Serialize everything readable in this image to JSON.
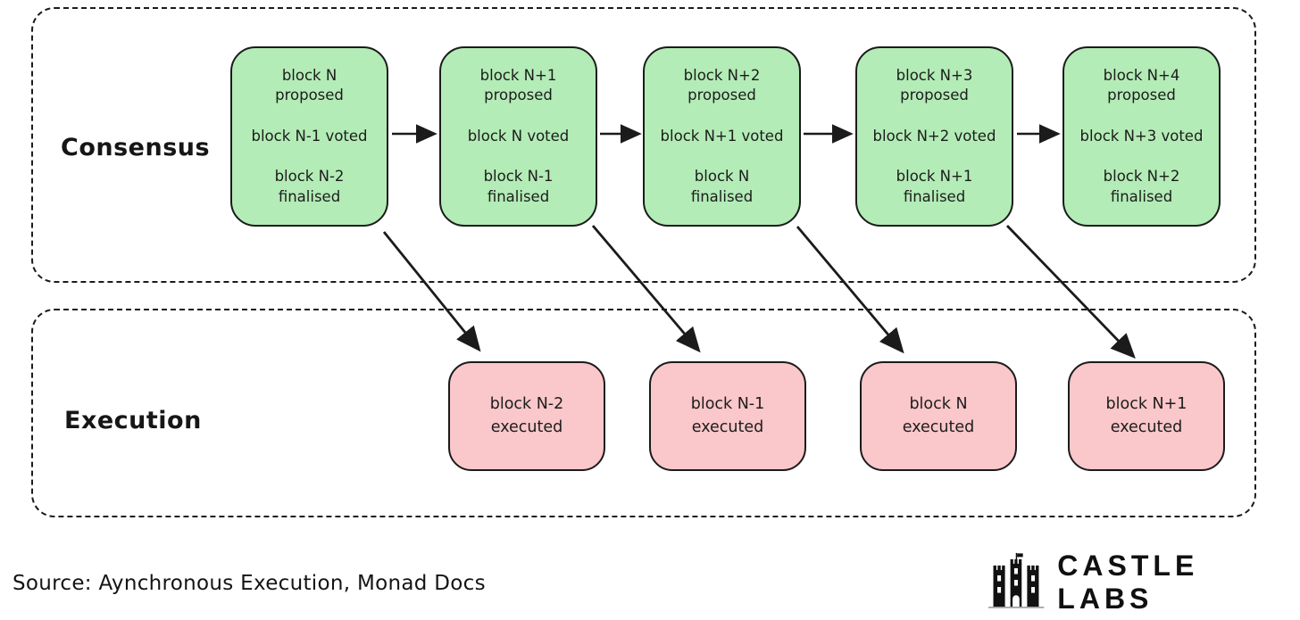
{
  "consensus": {
    "label": "Consensus",
    "boxes": [
      {
        "proposed": "block N\nproposed",
        "voted": "block N-1 voted",
        "finalised": "block N-2\nfinalised"
      },
      {
        "proposed": "block N+1\nproposed",
        "voted": "block N voted",
        "finalised": "block N-1\nfinalised"
      },
      {
        "proposed": "block N+2\nproposed",
        "voted": "block N+1 voted",
        "finalised": "block N\nfinalised"
      },
      {
        "proposed": "block N+3\nproposed",
        "voted": "block N+2 voted",
        "finalised": "block N+1\nfinalised"
      },
      {
        "proposed": "block N+4\nproposed",
        "voted": "block N+3 voted",
        "finalised": "block N+2\nfinalised"
      }
    ]
  },
  "execution": {
    "label": "Execution",
    "boxes": [
      {
        "label": "block N-2\nexecuted"
      },
      {
        "label": "block N-1\nexecuted"
      },
      {
        "label": "block N\nexecuted"
      },
      {
        "label": "block N+1\nexecuted"
      }
    ]
  },
  "footer": {
    "source": "Source: Aynchronous Execution, Monad Docs",
    "brand": "CASTLE LABS",
    "logo_icon": "castle-icon"
  },
  "colors": {
    "consensus_box_fill": "#b3ecb6",
    "execution_box_fill": "#fac7ca",
    "stroke": "#1b1b1b",
    "background": "#ffffff"
  }
}
